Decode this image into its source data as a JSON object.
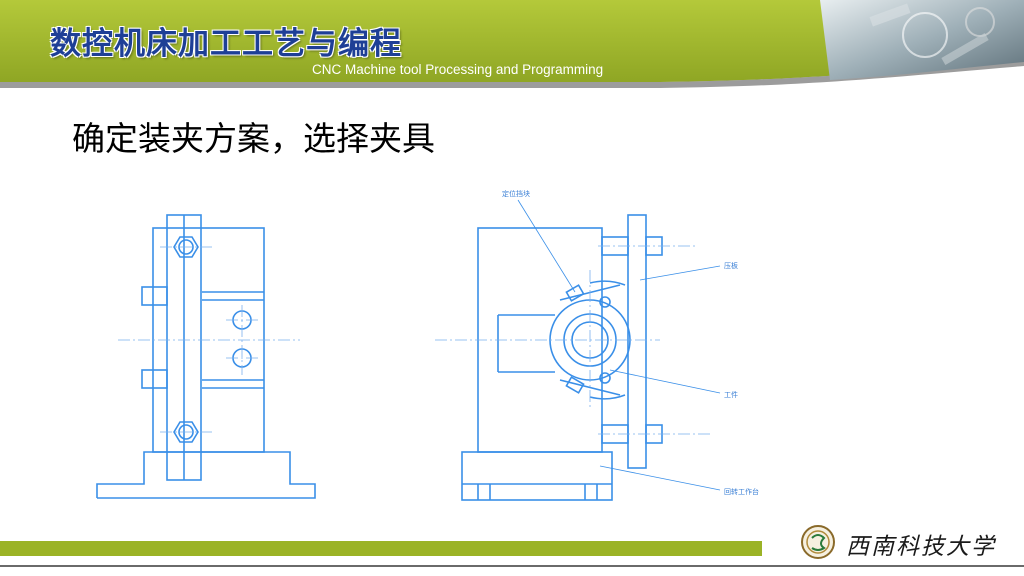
{
  "header": {
    "title": "数控机床加工工艺与编程",
    "subtitle": "CNC Machine tool Processing and Programming"
  },
  "slide": {
    "heading": "确定装夹方案，选择夹具"
  },
  "drawing_labels": {
    "positioning_block": "定位挡块",
    "clamp": "压板",
    "workpiece": "工件",
    "rotary_table": "回转工作台"
  },
  "footer": {
    "university": "西南科技大学"
  },
  "colors": {
    "accent_green": "#9bb326",
    "title_blue": "#1e3f96",
    "drawing_blue": "#3a8fe8"
  }
}
